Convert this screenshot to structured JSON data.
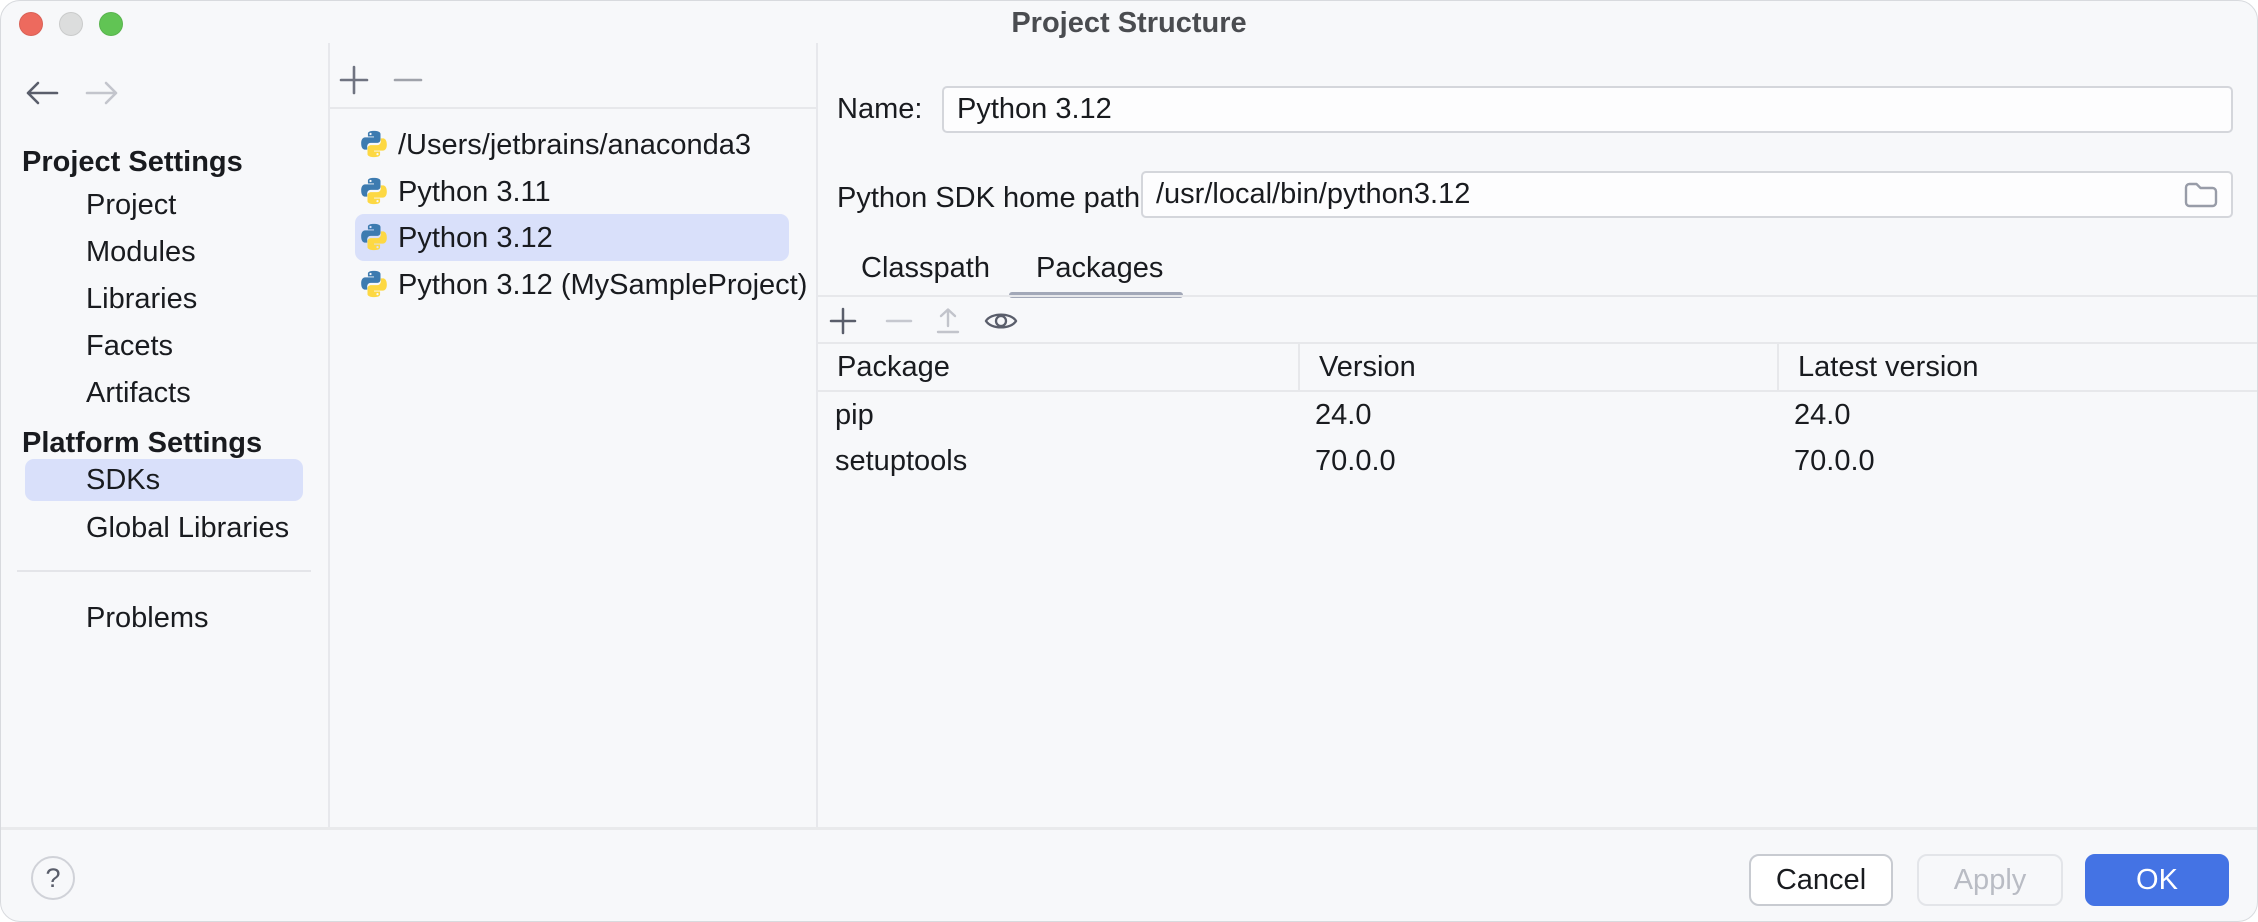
{
  "window": {
    "title": "Project Structure"
  },
  "sidebar": {
    "sections": [
      {
        "header": "Project Settings",
        "items": [
          "Project",
          "Modules",
          "Libraries",
          "Facets",
          "Artifacts"
        ]
      },
      {
        "header": "Platform Settings",
        "items": [
          "SDKs",
          "Global Libraries"
        ]
      }
    ],
    "selected_item": "SDKs",
    "footer_item": "Problems"
  },
  "sdk_list": {
    "items": [
      {
        "label": "/Users/jetbrains/anaconda3",
        "selected": false
      },
      {
        "label": "Python 3.11",
        "selected": false
      },
      {
        "label": "Python 3.12",
        "selected": true
      },
      {
        "label": "Python 3.12 (MySampleProject)",
        "selected": false
      }
    ]
  },
  "details": {
    "name_label": "Name:",
    "name_value": "Python 3.12",
    "home_path_label": "Python SDK home path:",
    "home_path_value": "/usr/local/bin/python3.12",
    "tabs": [
      {
        "label": "Classpath",
        "active": false
      },
      {
        "label": "Packages",
        "active": true
      }
    ]
  },
  "packages_table": {
    "columns": [
      "Package",
      "Version",
      "Latest version"
    ],
    "rows": [
      [
        "pip",
        "24.0",
        "24.0"
      ],
      [
        "setuptools",
        "70.0.0",
        "70.0.0"
      ]
    ]
  },
  "footer": {
    "help": "?",
    "cancel": "Cancel",
    "apply": "Apply",
    "ok": "OK"
  },
  "colors": {
    "accent_blue": "#4473e4",
    "selection": "#d9e0fa",
    "tab_underline": "#a2a8b8",
    "window_bg": "#f7f8fa"
  }
}
